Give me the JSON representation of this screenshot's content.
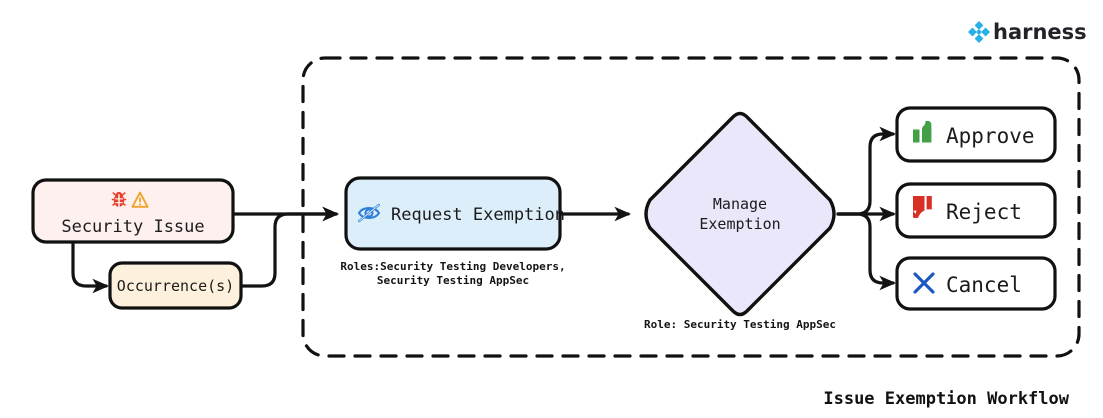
{
  "brand": {
    "name": "harness",
    "logo_icon": "harness-diamond-logo-icon",
    "logo_color": "#29b0e8"
  },
  "caption": "Issue Exemption Workflow",
  "nodes": {
    "security_issue": {
      "label": "Security Issue",
      "icons": [
        "bug-icon",
        "warning-triangle-icon"
      ],
      "fill": "#fdf0ef",
      "stroke": "#111111"
    },
    "occurrences": {
      "label": "Occurrence(s)",
      "fill": "#fdf1dd",
      "stroke": "#111111"
    },
    "request_exemption": {
      "label": "Request Exemption",
      "icon": "eye-off-icon",
      "icon_color": "#2f7fd6",
      "fill": "#ddeefb",
      "stroke": "#111111",
      "roles_line1": "Roles:Security Testing Developers,",
      "roles_line2": "Security Testing AppSec"
    },
    "manage_exemption": {
      "label_line1": "Manage",
      "label_line2": "Exemption",
      "fill": "#eae7fa",
      "stroke": "#111111",
      "role_note": "Role: Security Testing AppSec"
    }
  },
  "actions": [
    {
      "label": "Approve",
      "icon": "thumbs-up-icon",
      "icon_color": "#43a047",
      "fill": "#ffffff",
      "stroke": "#111111"
    },
    {
      "label": "Reject",
      "icon": "thumbs-down-icon",
      "icon_color": "#d93025",
      "fill": "#ffffff",
      "stroke": "#111111"
    },
    {
      "label": "Cancel",
      "icon": "close-x-icon",
      "icon_color": "#1a56c4",
      "fill": "#ffffff",
      "stroke": "#111111"
    }
  ],
  "group_box": {
    "style": "dashed",
    "stroke": "#111111"
  }
}
